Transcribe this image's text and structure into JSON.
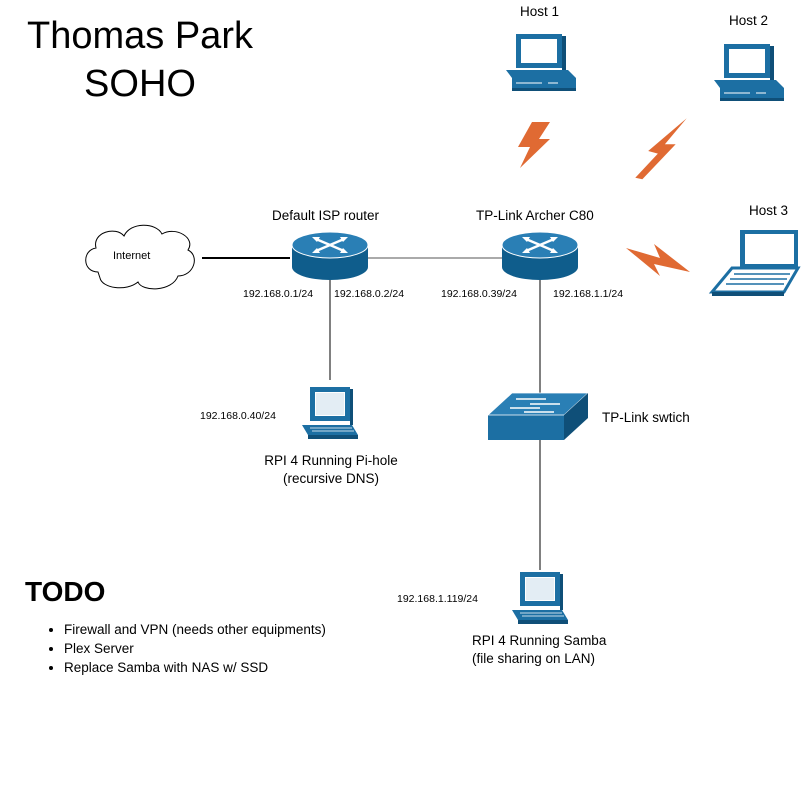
{
  "title": {
    "line1": "Thomas Park",
    "line2": "SOHO"
  },
  "nodes": {
    "internet": {
      "label": "Internet",
      "icon": "cloud-icon"
    },
    "isp_router": {
      "label": "Default ISP router",
      "icon": "router-icon",
      "ip_left": "192.168.0.1/24",
      "ip_right": "192.168.0.2/24"
    },
    "archer": {
      "label": "TP-Link Archer C80",
      "icon": "router-icon",
      "ip_left": "192.168.0.39/24",
      "ip_right": "192.168.1.1/24"
    },
    "pihole": {
      "label_line1": "RPI 4 Running Pi-hole",
      "label_line2": "(recursive DNS)",
      "ip": "192.168.0.40/24",
      "icon": "workstation-icon"
    },
    "switch": {
      "label": "TP-Link swtich",
      "icon": "switch-icon"
    },
    "samba": {
      "label_line1": "RPI 4 Running Samba",
      "label_line2": "(file sharing on LAN)",
      "ip": "192.168.1.119/24",
      "icon": "workstation-icon"
    },
    "host1": {
      "label": "Host 1",
      "icon": "desktop-pc-icon"
    },
    "host2": {
      "label": "Host 2",
      "icon": "desktop-pc-icon"
    },
    "host3": {
      "label": "Host 3",
      "icon": "laptop-icon"
    }
  },
  "todo": {
    "heading": "TODO",
    "items": [
      "Firewall and VPN (needs other equipments)",
      "Plex Server",
      "Replace Samba with NAS w/ SSD"
    ]
  },
  "colors": {
    "device_blue": "#1c6fa3",
    "device_dark": "#0f4f78",
    "wireless_orange": "#e06a33",
    "link": "#000000"
  }
}
